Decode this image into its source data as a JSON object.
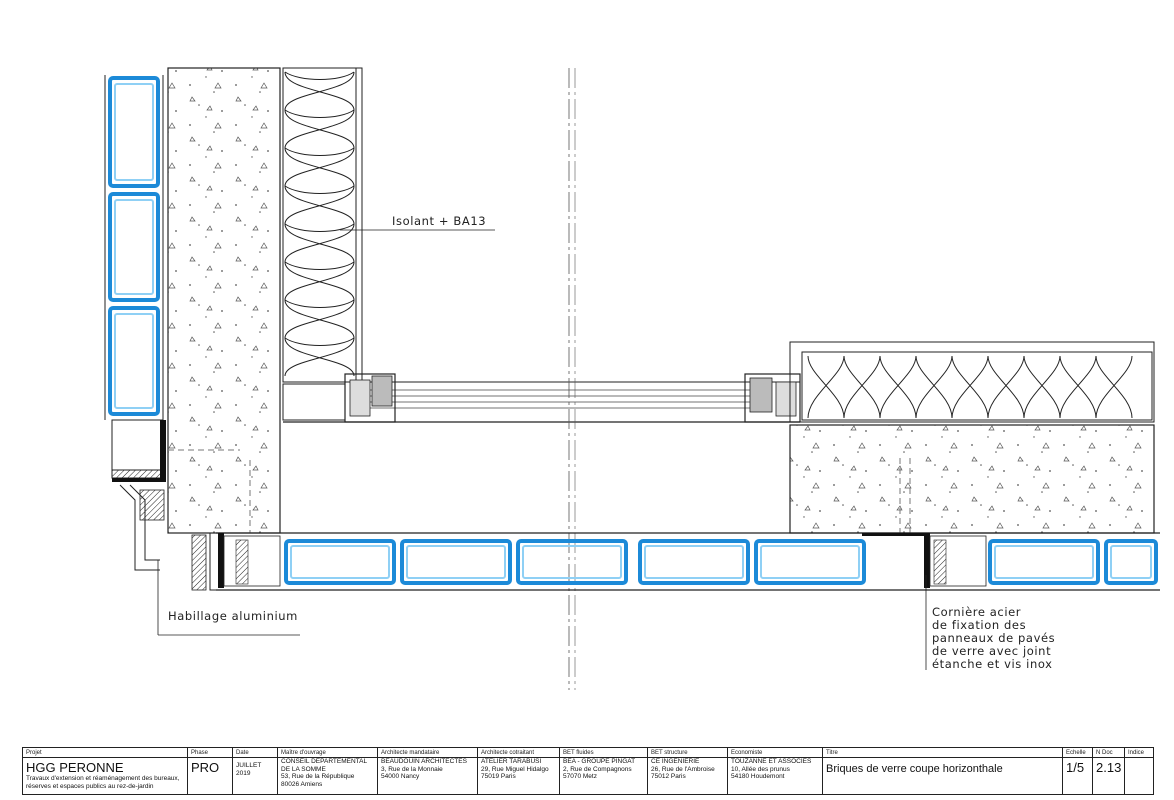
{
  "labels": {
    "insulation": "Isolant + BA13",
    "cladding": "Habillage aluminium",
    "angle_line1": "Cornière acier",
    "angle_line2": "de fixation des",
    "angle_line3": "panneaux de pavés",
    "angle_line4": "de verre avec joint",
    "angle_line5": "étanche et vis inox"
  },
  "title_block": {
    "projet": {
      "header": "Projet",
      "name": "HGG PERONNE",
      "desc1": "Travaux d'extension et réaménagement des bureaux,",
      "desc2": "réserves et espaces publics au rez-de-jardin"
    },
    "phase": {
      "header": "Phase",
      "value": "PRO"
    },
    "date": {
      "header": "Date",
      "value": "JUILLET 2019"
    },
    "maitre_ouvrage": {
      "header": "Maître d'ouvrage",
      "l1": "CONSEIL DEPARTEMENTAL",
      "l2": "DE LA SOMME",
      "l3": "53, Rue de la République",
      "l4": "80026 Amiens"
    },
    "architecte_mandataire": {
      "header": "Architecte mandataire",
      "l1": "BEAUDOUIN ARCHITECTES",
      "l2": "3, Rue de la Monnaie",
      "l3": "54000 Nancy"
    },
    "architecte_cotraitant": {
      "header": "Architecte cotraitant",
      "l1": "ATELIER TARABUSI",
      "l2": "29, Rue Miguel Hidalgo",
      "l3": "75019 Paris"
    },
    "bet_fluides": {
      "header": "BET fluides",
      "l1": "BEA - GROUPE PINGAT",
      "l2": "2, Rue de Compagnons",
      "l3": "57070 Metz"
    },
    "bet_structure": {
      "header": "BET structure",
      "l1": "CE INGENIERIE",
      "l2": "26, Rue de l'Ambroise",
      "l3": "75012 Paris"
    },
    "economiste": {
      "header": "Economiste",
      "l1": "TOUZANNE ET ASSOCIES",
      "l2": "10, Allée des prunus",
      "l3": "54180 Houdemont"
    },
    "titre": {
      "header": "Titre",
      "value": "Briques de verre coupe horizonthale"
    },
    "echelle": {
      "header": "Echelle",
      "value": "1/5"
    },
    "ndoc": {
      "header": "N Doc",
      "value": "2.13"
    },
    "indice": {
      "header": "Indice",
      "value": ""
    }
  },
  "colors": {
    "glass_brick": "#1c8ad8",
    "glass_brick_light": "#8fd0f5",
    "line": "#1a1a1a",
    "concrete_dot": "#555555"
  }
}
